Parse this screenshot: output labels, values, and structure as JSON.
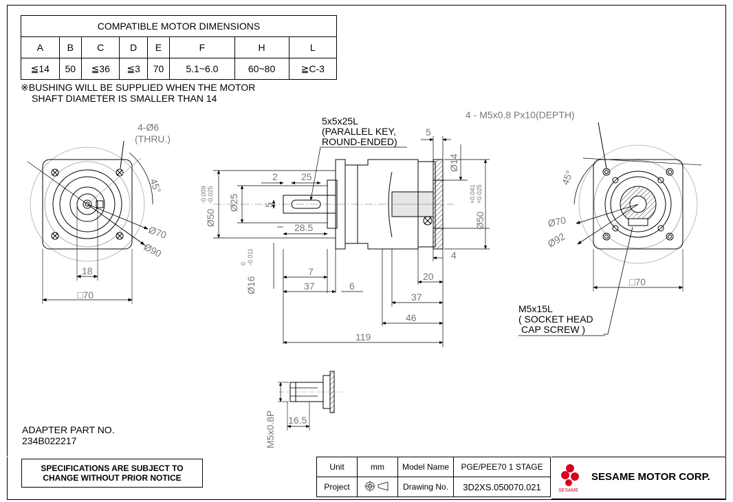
{
  "dimension_table": {
    "title": "COMPATIBLE MOTOR DIMENSIONS",
    "headers": [
      "A",
      "B",
      "C",
      "D",
      "E",
      "F",
      "H",
      "L"
    ],
    "values": [
      "≦14",
      "50",
      "≦36",
      "≦3",
      "70",
      "5.1~6.0",
      "60~80",
      "≧C-3"
    ]
  },
  "note": {
    "line1": "※BUSHING WILL BE SUPPLIED WHEN THE MOTOR",
    "line2": "SHAFT DIAMETER IS SMALLER THAN 14"
  },
  "left_view": {
    "holes": "4-",
    "holes_dia": "Ø6",
    "thru": "(THRU.)",
    "angle": "45°",
    "dia70": "Ø70",
    "dia90": "Ø90",
    "dim18": "18",
    "square70": "□70"
  },
  "side_view": {
    "key_line1": "5x5x25L",
    "key_line2": "(PARALLEL KEY,",
    "key_line3": "ROUND-ENDED)",
    "dim5_top": "5",
    "dia14": "Ø14",
    "dim2": "2",
    "dim25": "25",
    "dia50_left": "Ø50",
    "tol50_left_upper": "-0.009",
    "tol50_left_lower": "-0.025",
    "dia25": "Ø25",
    "dim5_left": "5",
    "dim28_5": "28.5",
    "dia50_right": "Ø50",
    "tol50_right_upper": "+0.041",
    "tol50_right_lower": "+0.025",
    "dia16": "Ø16",
    "tol16_upper": "0",
    "tol16_lower": "-0.011",
    "dim4": "4",
    "dim7": "7",
    "dim37_left": "37",
    "dim6": "6",
    "dim20": "20",
    "dim37_right": "37",
    "dim46": "46",
    "dim119": "119"
  },
  "right_view": {
    "tapped": "4 - M5x0.8 Px10(DEPTH)",
    "angle": "45°",
    "dia70": "Ø70",
    "dia92": "Ø92",
    "square70": "□70",
    "screw_line1": "M5x15L",
    "screw_line2": "( SOCKET HEAD",
    "screw_line3": "CAP SCREW )"
  },
  "adapter_detail": {
    "thread": "M5x0.8P",
    "dim16_5": "16.5"
  },
  "adapter": {
    "line1": "ADAPTER PART NO.",
    "line2": "234B022217"
  },
  "disclaimer": {
    "line1": "SPECIFICATIONS ARE SUBJECT  TO",
    "line2": "CHANGE WITHOUT PRIOR NOTICE"
  },
  "title_block": {
    "unit_label": "Unit",
    "unit_value": "mm",
    "model_label": "Model Name",
    "model_value": "PGE/PEE70 1 STAGE",
    "project_label": "Project",
    "drawing_label": "Drawing No.",
    "drawing_value": "3D2XS.050070.021"
  },
  "company": {
    "name": "SESAME MOTOR CORP.",
    "logo_text": "SESAME",
    "logo_color": "#d8001c"
  }
}
